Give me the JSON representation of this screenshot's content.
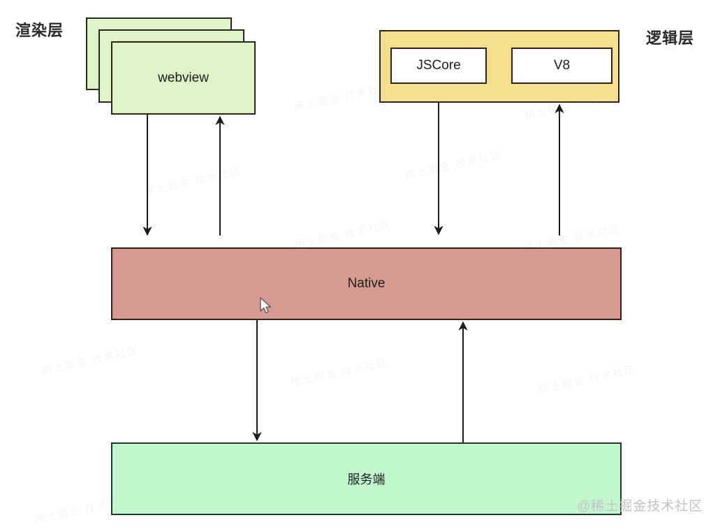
{
  "diagram": {
    "render_layer": {
      "label": "渲染层",
      "webview_label": "webview"
    },
    "logic_layer": {
      "label": "逻辑层",
      "jscore_label": "JSCore",
      "v8_label": "V8"
    },
    "native_label": "Native",
    "server_label": "服务端",
    "edges": [
      {
        "from": "webview",
        "to": "Native",
        "direction": "down"
      },
      {
        "from": "Native",
        "to": "webview",
        "direction": "up"
      },
      {
        "from": "JSCore",
        "to": "Native",
        "direction": "down"
      },
      {
        "from": "Native",
        "to": "V8",
        "direction": "up"
      },
      {
        "from": "Native",
        "to": "服务端",
        "direction": "down"
      },
      {
        "from": "服务端",
        "to": "Native",
        "direction": "up"
      }
    ]
  },
  "watermark": {
    "tile_text": "稀土掘金 技术社区",
    "badge_text": "@稀土掘金技术社区"
  },
  "colors": {
    "webview_fill": "#ddf4c8",
    "logic_fill": "#f3df8e",
    "native_fill": "#d79a93",
    "server_fill": "#c0f7cd",
    "box_border": "#2e2519",
    "arrow": "#1c1c1c"
  }
}
